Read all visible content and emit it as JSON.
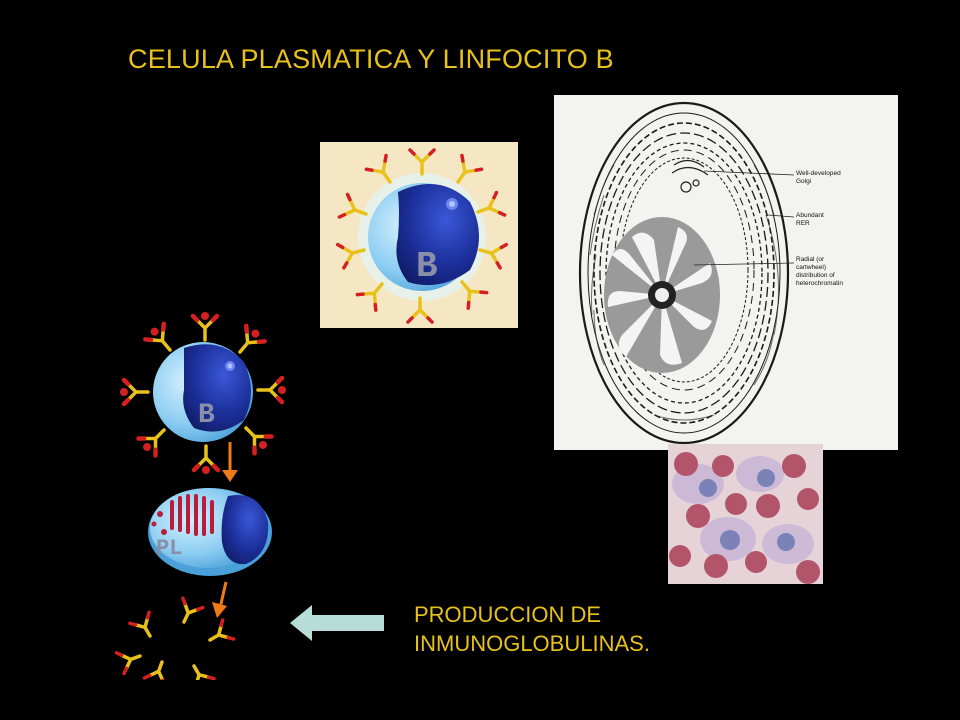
{
  "title": "CELULA PLASMATICA Y LINFOCITO B",
  "caption": {
    "line1": "PRODUCCION DE",
    "line2": "INMUNOGLOBULINAS."
  },
  "labels": {
    "bcell_top": "B",
    "bcell_left": "B",
    "plasma": "PL"
  },
  "em_annotations": {
    "golgi_line1": "Well-developed",
    "golgi_line2": "Golgi",
    "rer_line1": "Abundant",
    "rer_line2": "RER",
    "chrom_line1": "Radial (or",
    "chrom_line2": "cartwheel)",
    "chrom_line3": "distribution of",
    "chrom_line4": "heterochromatin"
  },
  "colors": {
    "text": "#e8c21a",
    "background": "#000000",
    "nucleus": "#1a2f9e",
    "cytoplasm": "#9fd4f2",
    "antibody_arm": "#e8c21a",
    "antibody_tip": "#d42020",
    "flow_arrow": "#f07a18",
    "big_arrow": "#b8dcd8"
  }
}
